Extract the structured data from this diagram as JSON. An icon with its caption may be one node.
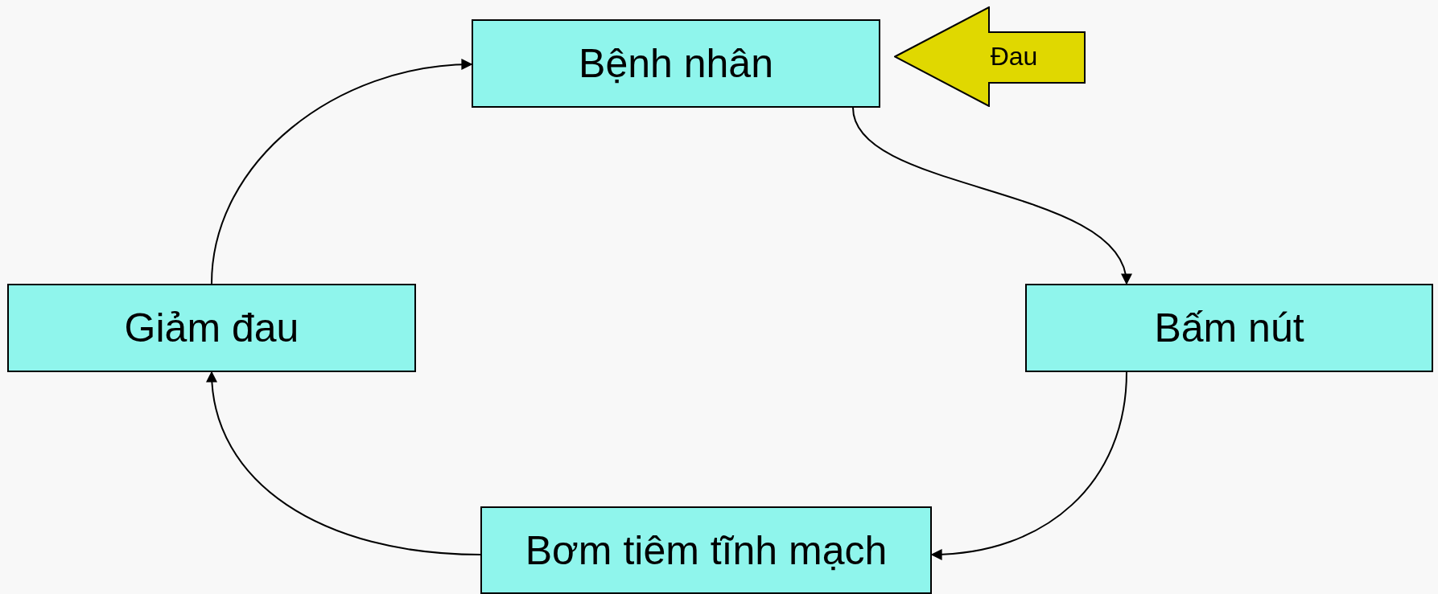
{
  "diagram": {
    "nodes": [
      {
        "text": [
          "Bệnh nhân"
        ]
      },
      {
        "text": [
          "Đau"
        ]
      },
      {
        "text": [
          "Bấm nút"
        ]
      },
      {
        "text": [
          "Bơm tiêm tĩnh mạch"
        ]
      },
      {
        "text": [
          "Giảm đau"
        ]
      }
    ],
    "edges": [
      {
        "from": 0,
        "to": 2,
        "arrow": "to"
      },
      {
        "from": 2,
        "to": 3,
        "arrow": "to"
      },
      {
        "from": 3,
        "to": 4,
        "arrow": "to"
      },
      {
        "from": 4,
        "to": 0,
        "arrow": "to"
      }
    ]
  }
}
